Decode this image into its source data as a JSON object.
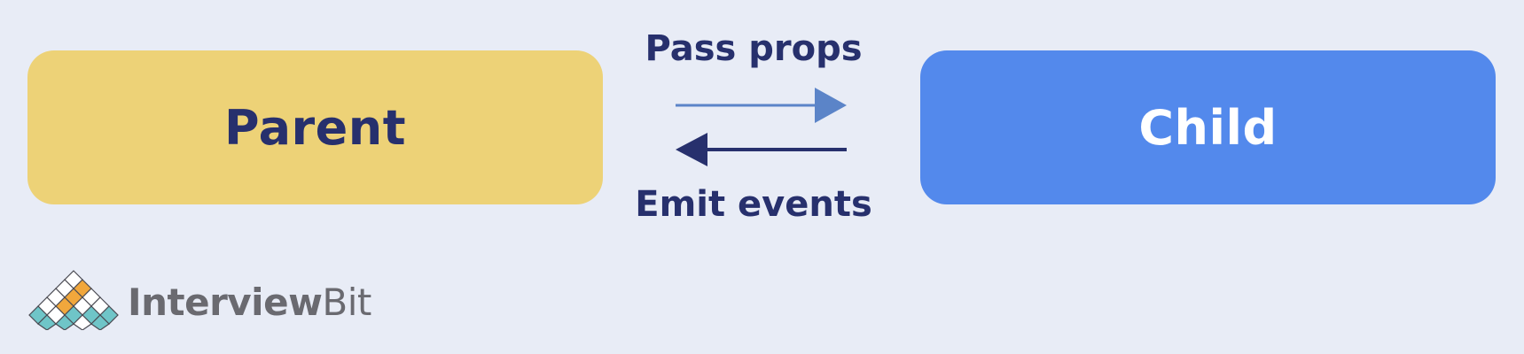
{
  "diagram": {
    "parent_label": "Parent",
    "child_label": "Child",
    "top_edge_label": "Pass props",
    "bottom_edge_label": "Emit events",
    "colors": {
      "background": "#e8ecf6",
      "parent_fill": "#edd277",
      "child_fill": "#5389ec",
      "text_dark": "#27306d",
      "arrow_props": "#5b84c8",
      "arrow_events": "#27306d"
    }
  },
  "branding": {
    "logo_name": "interviewbit-logo",
    "text_bold": "Interview",
    "text_light": "Bit"
  }
}
